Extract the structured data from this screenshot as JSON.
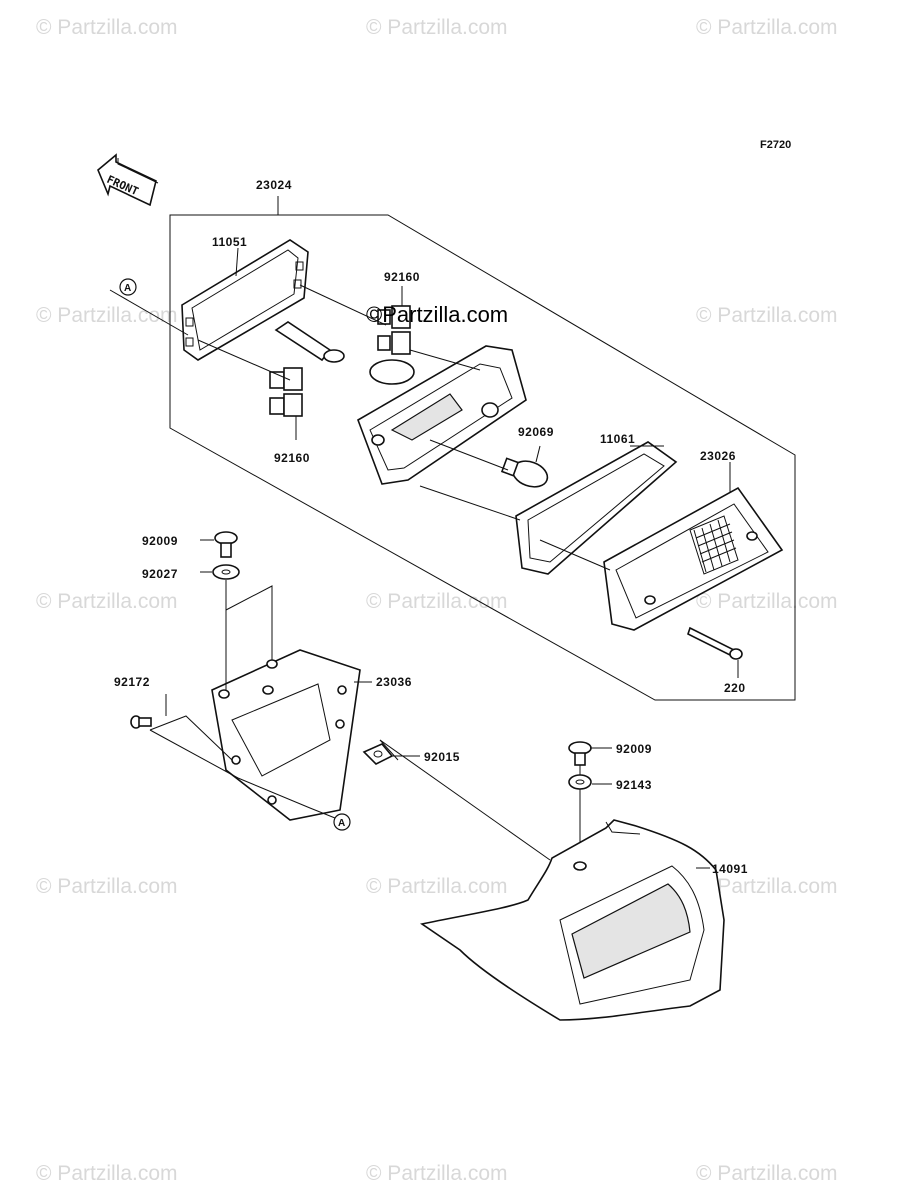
{
  "diagram_code": "F2720",
  "front_arrow_label": "FRONT",
  "center_watermark": "©Partzilla.com",
  "watermark_text": "© Partzilla.com",
  "callout_letter": "A",
  "parts": [
    {
      "id": "p23024",
      "number": "23024"
    },
    {
      "id": "p11051",
      "number": "11051"
    },
    {
      "id": "p92160a",
      "number": "92160"
    },
    {
      "id": "p92160b",
      "number": "92160"
    },
    {
      "id": "p92069",
      "number": "92069"
    },
    {
      "id": "p11061",
      "number": "11061"
    },
    {
      "id": "p23026",
      "number": "23026"
    },
    {
      "id": "p220",
      "number": "220"
    },
    {
      "id": "p92009a",
      "number": "92009"
    },
    {
      "id": "p92027",
      "number": "92027"
    },
    {
      "id": "p23036",
      "number": "23036"
    },
    {
      "id": "p92172",
      "number": "92172"
    },
    {
      "id": "p92015",
      "number": "92015"
    },
    {
      "id": "p92009b",
      "number": "92009"
    },
    {
      "id": "p92143",
      "number": "92143"
    },
    {
      "id": "p14091",
      "number": "14091"
    }
  ]
}
